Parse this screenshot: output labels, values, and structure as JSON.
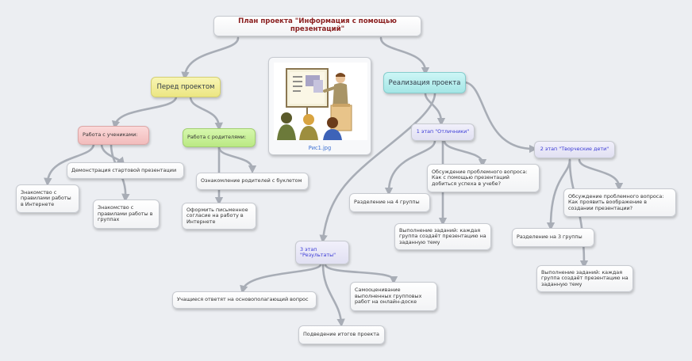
{
  "colors": {
    "connector": "#a8adb6",
    "yellow": "#f2ed95",
    "cyan": "#b6eeee",
    "pink": "#f6c9c9",
    "green": "#c6ef98",
    "lavender": "#e7e6f6"
  },
  "root": "План проекта \"Информация с помощью презентаций\"",
  "before": {
    "title": "Перед проектом",
    "students": {
      "title": "Работа с учениками:",
      "demo": "Демонстрация стартовой презентации",
      "rules_internet": "Знакомство с правилами работы в Интернете",
      "rules_groups": "Знакомство с правилами работы в группах"
    },
    "parents": {
      "title": "Работа с родителями:",
      "booklet": "Ознакомление родителей с буклетом",
      "consent": "Оформить письменное согласие на работу в Интернете"
    }
  },
  "picture": {
    "icon": "presentation-clipart-icon",
    "caption": "Рис1.jpg"
  },
  "realization": {
    "title": "Реализация проекта",
    "stage1": {
      "title": "1 этап \"Отличники\"",
      "discussion": "Обсуждение проблемного вопроса: Как с помощью презентаций добиться успеха в учебе?",
      "split": "Разделение на 4 группы",
      "task": "Выполнение заданий: каждая группа создаёт презентацию на заданную тему"
    },
    "stage2": {
      "title": "2 этап \"Творческие дети\"",
      "discussion": "Обсуждение проблемного вопроса: Как проявить воображение в создании презентации?",
      "split": "Разделение на 3 группы",
      "task": "Выполнение заданий: каждая группа создаёт презентацию на заданную тему"
    },
    "stage3": {
      "title": "3 этап \"Результаты\"",
      "answer": "Учащиеся ответят на основополагающий вопрос",
      "self_assessment": "Самооценивание выполненных групповых работ на онлайн-доске",
      "summary": "Подведение итогов проекта"
    }
  }
}
